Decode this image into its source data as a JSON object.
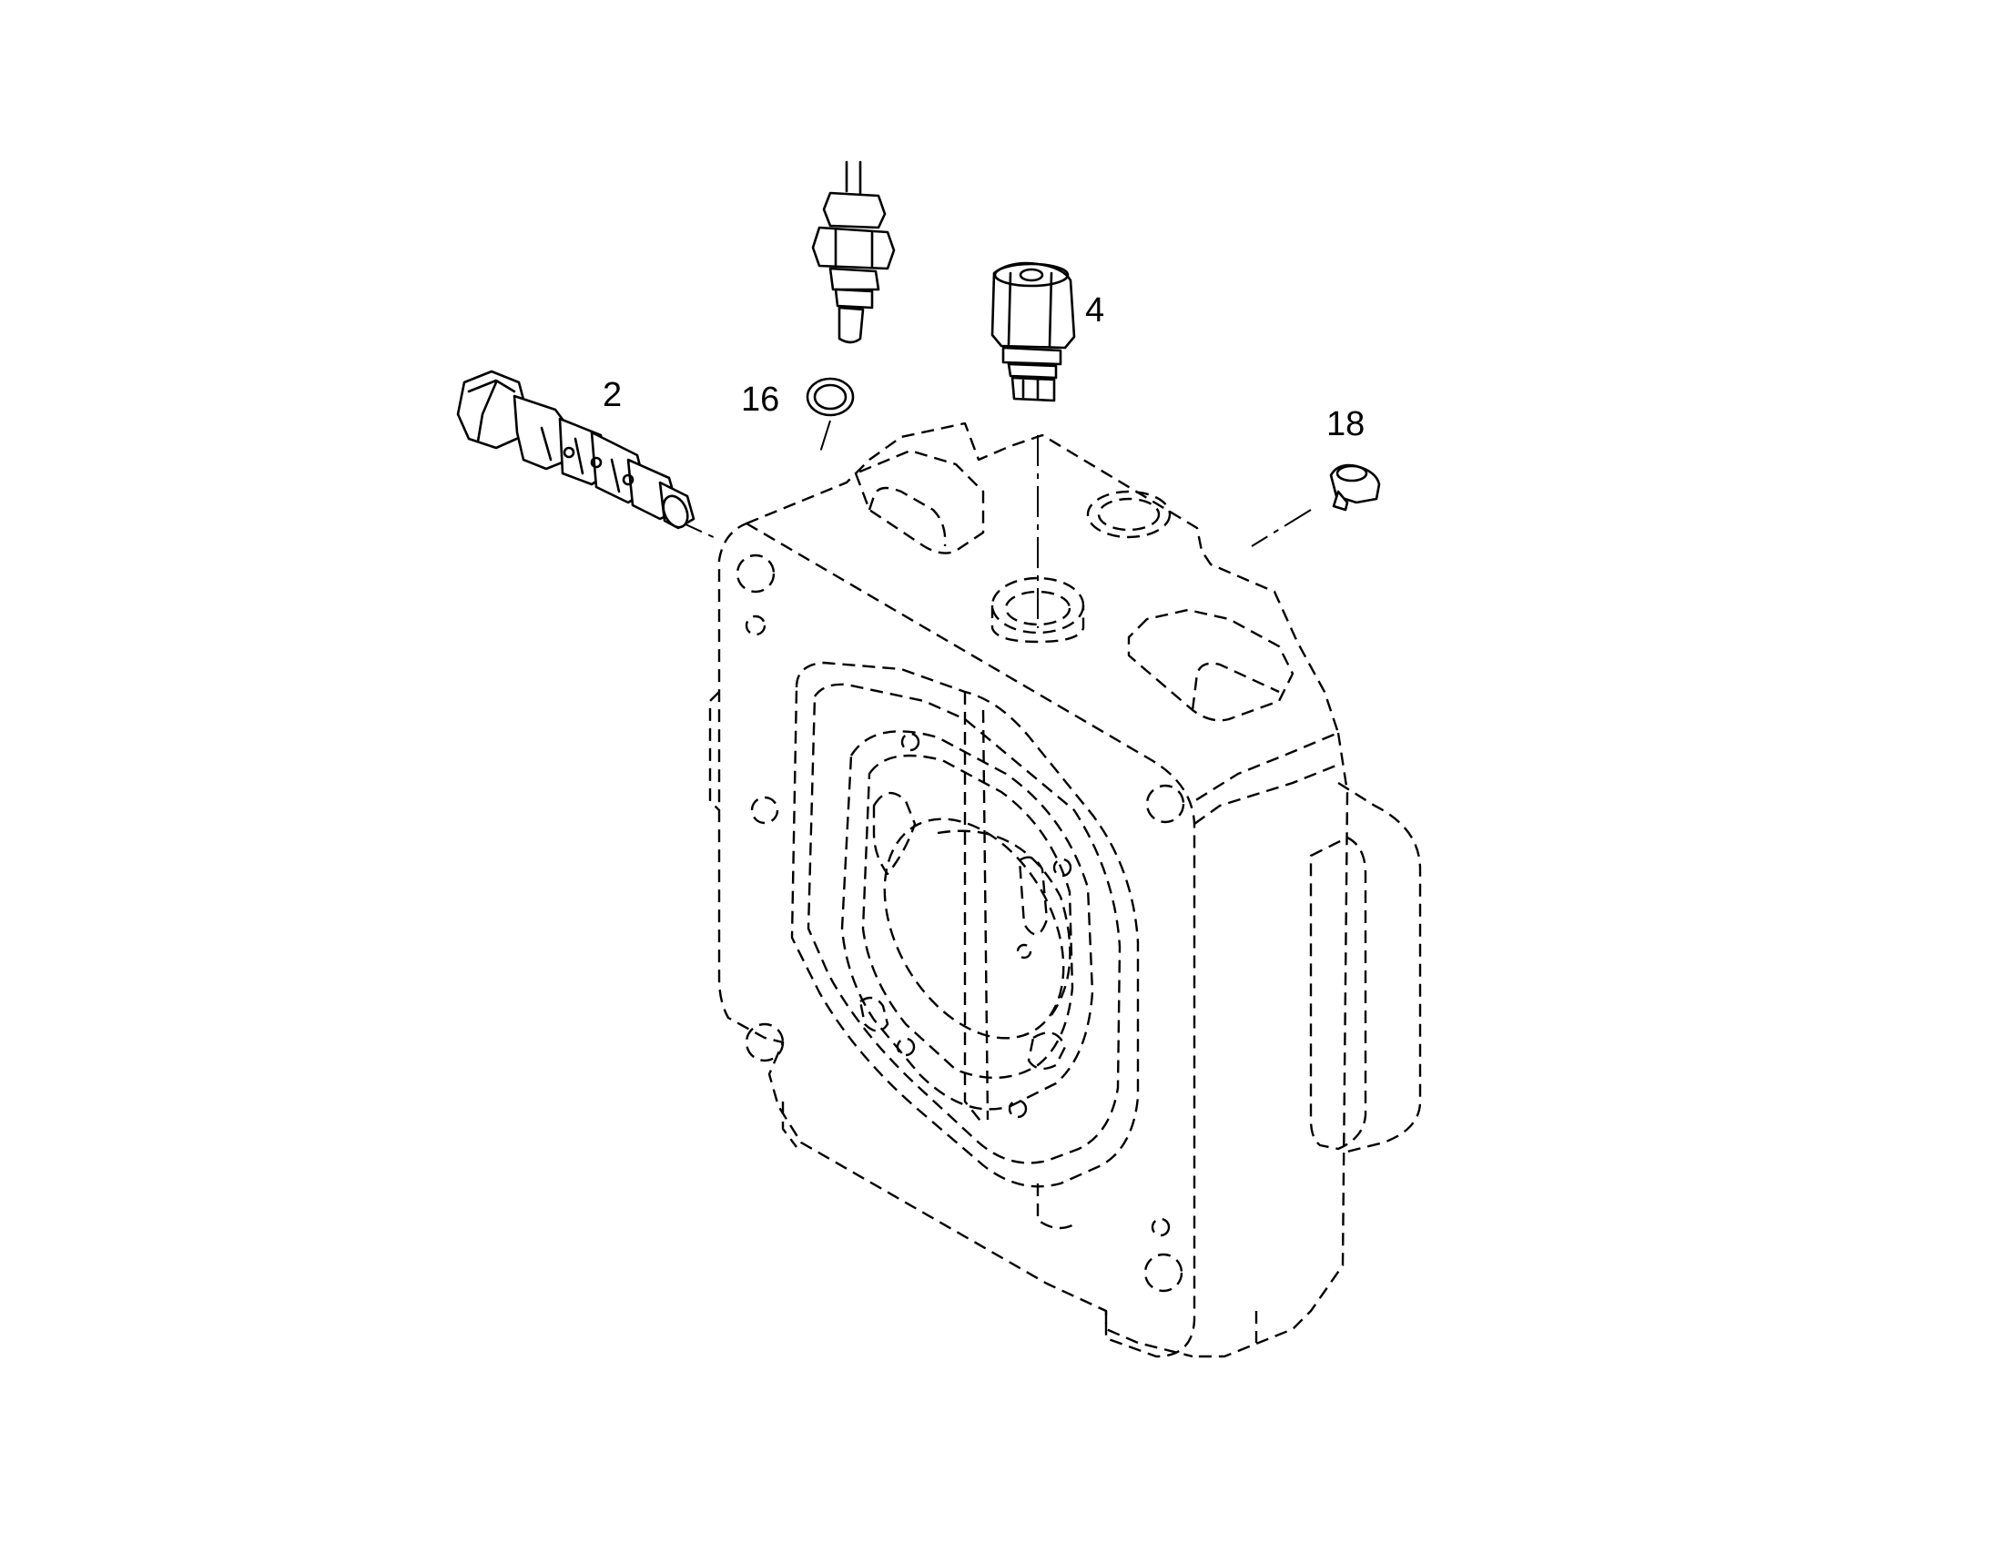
{
  "diagram": {
    "callouts": [
      {
        "id": "2",
        "label": "2"
      },
      {
        "id": "16",
        "label": "16"
      },
      {
        "id": "4",
        "label": "4"
      },
      {
        "id": "18",
        "label": "18"
      }
    ]
  }
}
